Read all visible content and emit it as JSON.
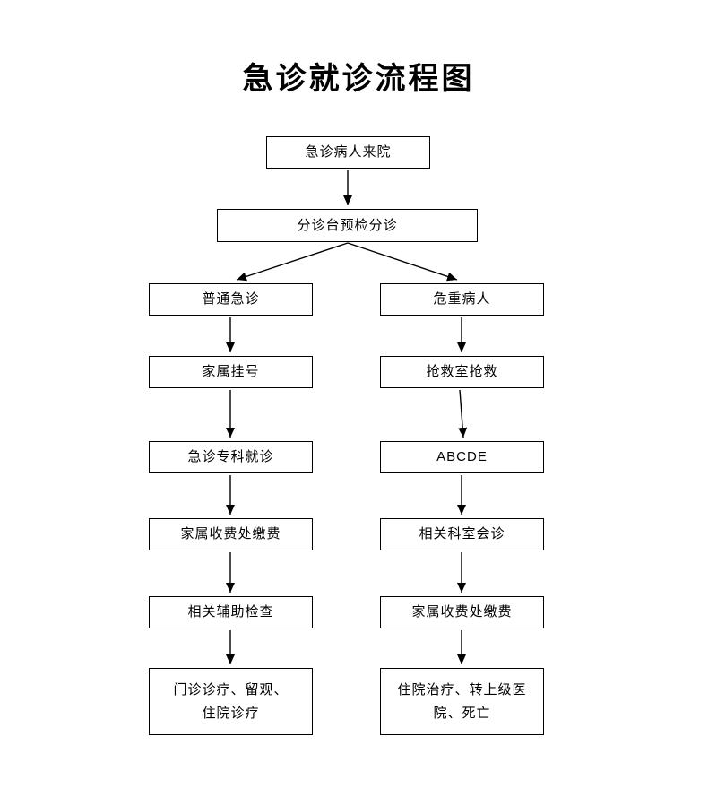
{
  "title": "急诊就诊流程图",
  "flow": {
    "start": "急诊病人来院",
    "triage": "分诊台预检分诊",
    "left_column": [
      "普通急诊",
      "家属挂号",
      "急诊专科就诊",
      "家属收费处缴费",
      "相关辅助检查",
      "门诊诊疗、留观、\n住院诊疗"
    ],
    "right_column": [
      "危重病人",
      "抢救室抢救",
      "ABCDE",
      "相关科室会诊",
      "家属收费处缴费",
      "住院治疗、转上级医\n院、死亡"
    ]
  },
  "colors": {
    "line": "#000000",
    "box_border": "#000000",
    "background": "#ffffff"
  }
}
